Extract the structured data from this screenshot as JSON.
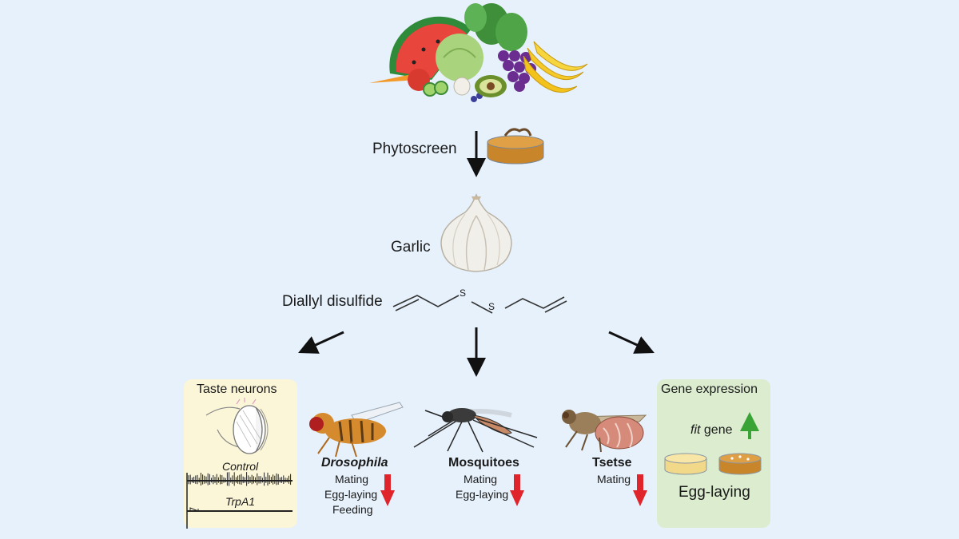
{
  "steps": {
    "phytoscreen": "Phytoscreen",
    "garlic": "Garlic",
    "compound": "Diallyl disulfide",
    "sulfur_atom": "S"
  },
  "taste_panel": {
    "title": "Taste neurons",
    "control_label": "Control",
    "mutant_label": "TrpA1"
  },
  "drosophila": {
    "name": "Drosophila",
    "effects": [
      "Mating",
      "Egg-laying",
      "Feeding"
    ]
  },
  "mosquitoes": {
    "name": "Mosquitoes",
    "effects": [
      "Mating",
      "Egg-laying"
    ]
  },
  "tsetse": {
    "name": "Tsetse",
    "effects": [
      "Mating"
    ]
  },
  "gene_panel": {
    "title": "Gene expression",
    "gene_italic": "fit",
    "gene_suffix": " gene",
    "egg_laying": "Egg-laying"
  },
  "colors": {
    "background": "#e6f1fb",
    "taste_panel_bg": "#fbf6d8",
    "gene_panel_bg": "#dbeccf",
    "decrease_arrow": "#e0242b",
    "increase_arrow": "#3aa335",
    "flow_arrow": "#111111"
  },
  "icons": {
    "produce": "fruit-vegetable-pile-icon",
    "dish": "petri-dish-icon",
    "garlic": "garlic-bulb-icon",
    "drosophila": "fruit-fly-icon",
    "mosquito": "mosquito-icon",
    "tsetse": "tsetse-fly-icon",
    "neuron": "taste-neuron-icon"
  }
}
